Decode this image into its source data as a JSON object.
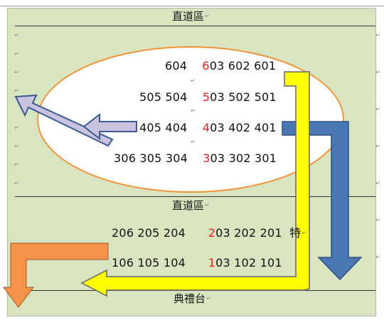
{
  "labels": {
    "corridor_top": "直道區",
    "corridor_middle": "直道區",
    "stage": "典禮台",
    "special": "特"
  },
  "paragraph_mark": "↵",
  "rooms": [
    {
      "left": "604",
      "lead": "6",
      "rest": "03 602 601"
    },
    {
      "left": "505 504",
      "lead": "5",
      "rest": "03 502 501"
    },
    {
      "left": "405 404",
      "lead": "4",
      "rest": "03 402 401"
    },
    {
      "left": "306 305 304",
      "lead": "3",
      "rest": "03 302 301"
    },
    {
      "left": "206 205 204",
      "lead": "2",
      "rest": "03 202 201"
    },
    {
      "left": "106 105 104",
      "lead": "1",
      "rest": "03 102 101"
    }
  ],
  "colors": {
    "panel": "#d9e5c0",
    "ellipse_stroke": "#f0943a",
    "arrow_purple": "#c9c3e0",
    "arrow_blue": "#4a78b5",
    "arrow_yellow": "#ffff00",
    "arrow_orange": "#f4924a",
    "room_lead_red": "#e02020"
  }
}
